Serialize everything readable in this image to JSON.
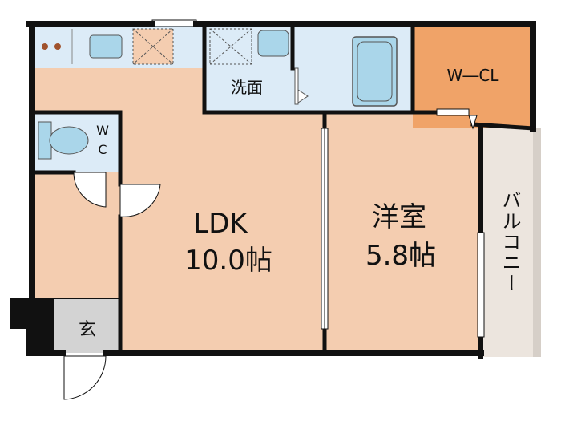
{
  "rooms": {
    "ldk": {
      "name": "LDK",
      "size": "10.0帖"
    },
    "bedroom": {
      "name": "洋室",
      "size": "5.8帖"
    },
    "walk_in_closet": {
      "name": "W―CL"
    },
    "washroom": {
      "name": "洗面"
    },
    "toilet": {
      "line1": "W",
      "line2": "C"
    },
    "entrance": {
      "name": "玄"
    },
    "balcony": {
      "name": "バルコニー"
    }
  },
  "colors": {
    "floor": "#f4cdb0",
    "closet": "#f0a368",
    "wet_area": "#dcebf7",
    "fixture": "#aad6ea",
    "entrance_floor": "#d3d3d3",
    "balcony": "#ece5de",
    "wall": "#111111"
  }
}
